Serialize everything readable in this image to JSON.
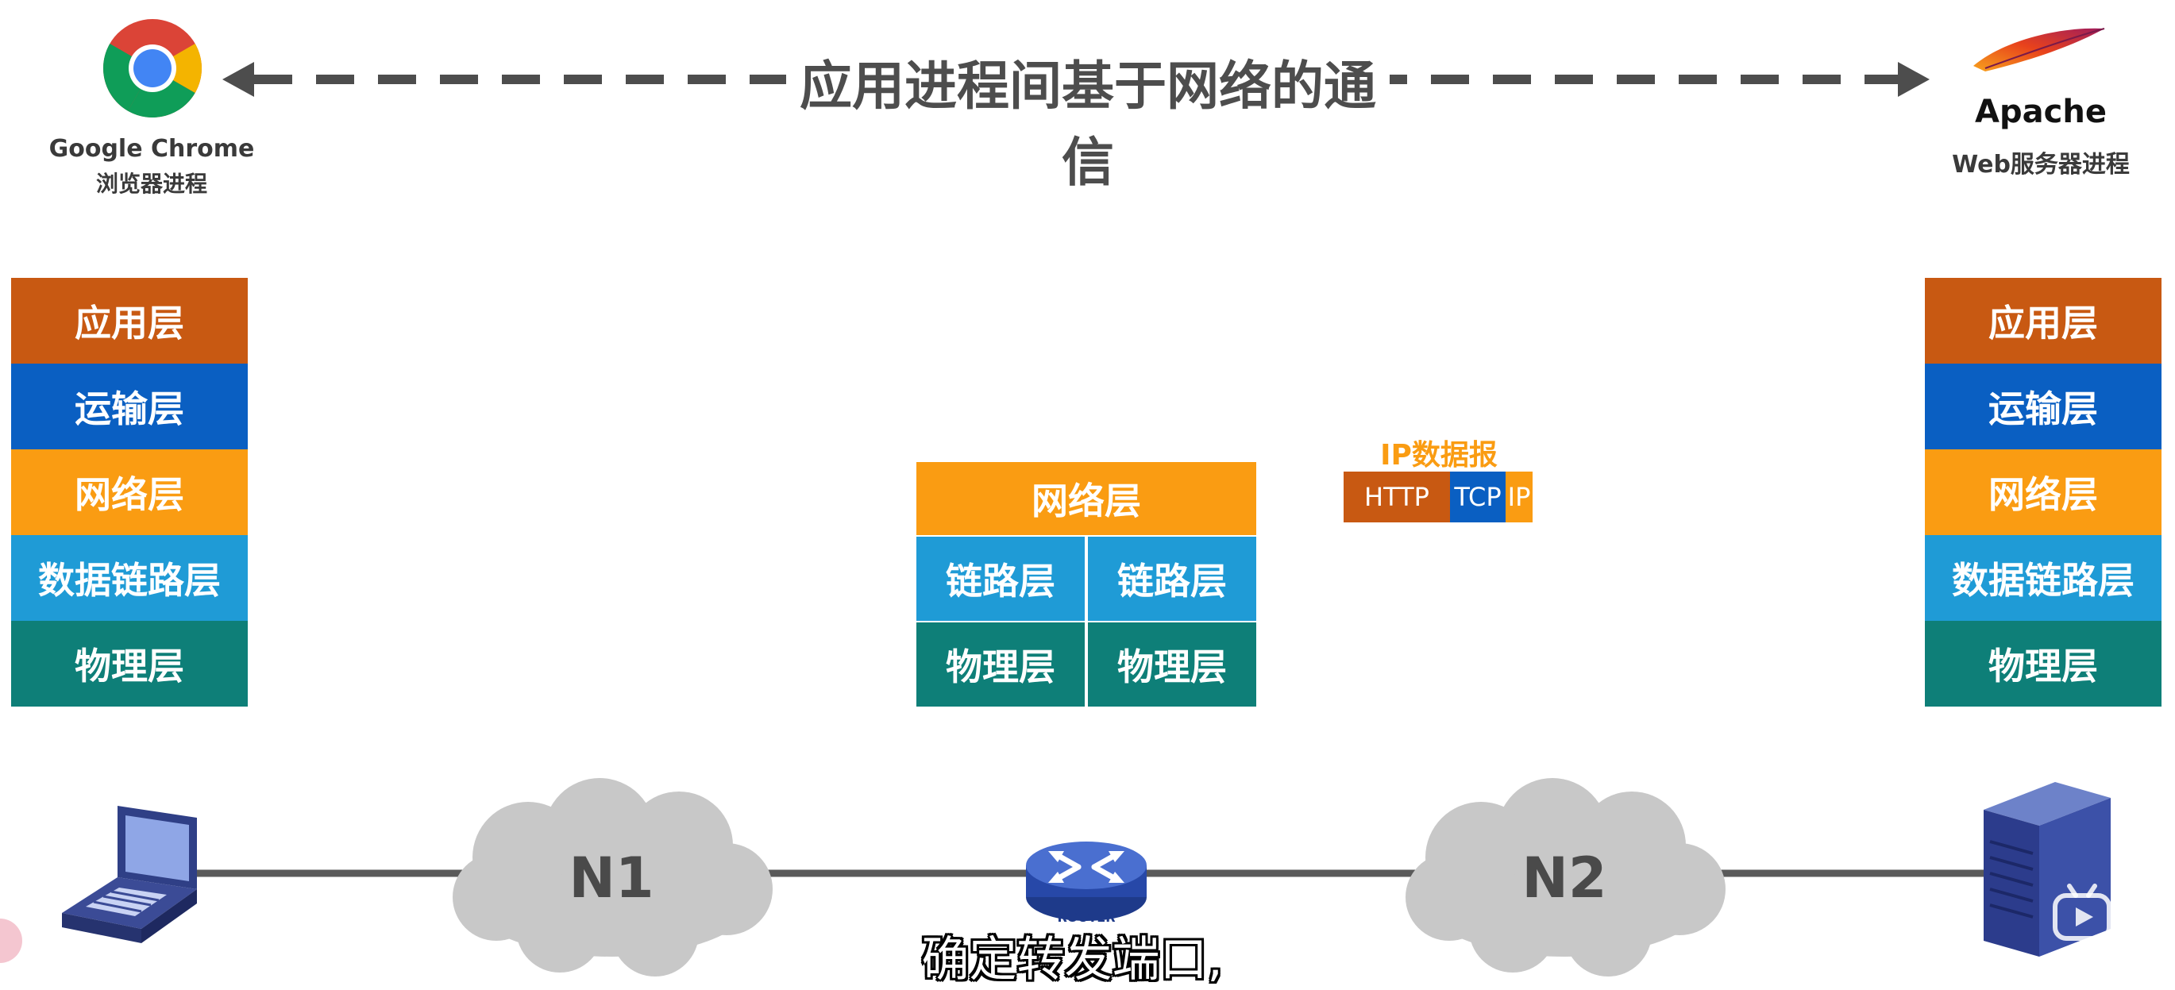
{
  "title": "应用进程间基于网络的通信",
  "client": {
    "name": "Google Chrome",
    "role": "浏览器进程",
    "icon": "chrome-logo-icon"
  },
  "server": {
    "name": "Apache",
    "role": "Web服务器进程",
    "icon": "apache-feather-icon"
  },
  "left_stack": [
    "应用层",
    "运输层",
    "网络层",
    "数据链路层",
    "物理层"
  ],
  "right_stack": [
    "应用层",
    "运输层",
    "网络层",
    "数据链路层",
    "物理层"
  ],
  "router_stack": {
    "network": "网络层",
    "link_left": "链路层",
    "link_right": "链路层",
    "phy_left": "物理层",
    "phy_right": "物理层"
  },
  "packet": {
    "label": "IP数据报",
    "parts": [
      "HTTP",
      "TCP",
      "IP"
    ]
  },
  "networks": {
    "n1": "N1",
    "n2": "N2",
    "router_label": "ROUTER"
  },
  "subtitle": "确定转发端口,",
  "colors": {
    "application": "#c85912",
    "transport": "#0a5fc2",
    "network": "#fa9c12",
    "datalink": "#1f9bd6",
    "physical": "#0e7f78",
    "arrow": "#4d4d4d",
    "cloud": "#c8c8c8"
  }
}
